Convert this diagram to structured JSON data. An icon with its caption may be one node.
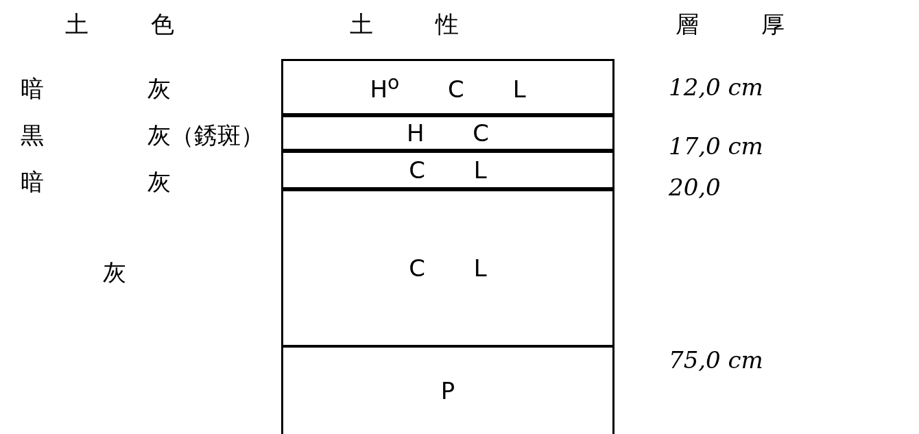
{
  "diagram": {
    "nodes": [
      {
        "text": [
          "H$^{o}$ C L"
        ]
      },
      {
        "text": [
          "H C"
        ]
      },
      {
        "text": [
          "C L"
        ]
      },
      {
        "text": [
          "C L"
        ]
      },
      {
        "text": [
          "P"
        ]
      }
    ],
    "labels": [
      "土 色",
      "土 性",
      "層 厚",
      "暗 灰",
      "12,0 cm",
      "黒 灰（銹斑）",
      "17,0 cm",
      "暗 灰",
      "20,0",
      "灰",
      "75,0 cm"
    ]
  }
}
